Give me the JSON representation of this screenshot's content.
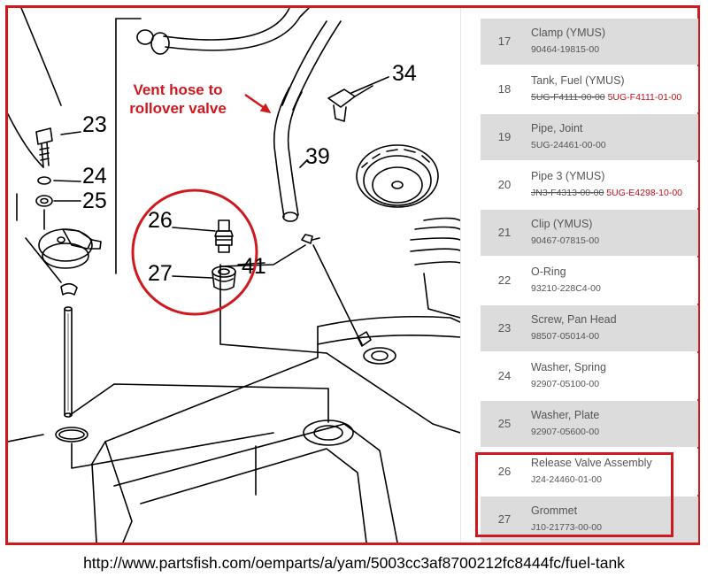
{
  "callout": {
    "line1": "Vent hose to",
    "line2": "rollover valve"
  },
  "diagram_labels": [
    "34",
    "23",
    "39",
    "24",
    "25",
    "26",
    "27",
    "41"
  ],
  "parts": [
    {
      "num": "17",
      "name": "Clamp (YMUS)",
      "code": "90464-19815-00",
      "old_code": "",
      "new_code": ""
    },
    {
      "num": "18",
      "name": "Tank, Fuel (YMUS)",
      "code": "",
      "old_code": "5UG-F4111-00-00",
      "new_code": "5UG-F4111-01-00"
    },
    {
      "num": "19",
      "name": "Pipe, Joint",
      "code": "5UG-24461-00-00",
      "old_code": "",
      "new_code": ""
    },
    {
      "num": "20",
      "name": "Pipe 3 (YMUS)",
      "code": "",
      "old_code": "JN3-F4313-00-00",
      "new_code": "5UG-E4298-10-00"
    },
    {
      "num": "21",
      "name": "Clip (YMUS)",
      "code": "90467-07815-00",
      "old_code": "",
      "new_code": ""
    },
    {
      "num": "22",
      "name": "O-Ring",
      "code": "93210-228C4-00",
      "old_code": "",
      "new_code": ""
    },
    {
      "num": "23",
      "name": "Screw, Pan Head",
      "code": "98507-05014-00",
      "old_code": "",
      "new_code": ""
    },
    {
      "num": "24",
      "name": "Washer, Spring",
      "code": "92907-05100-00",
      "old_code": "",
      "new_code": ""
    },
    {
      "num": "25",
      "name": "Washer, Plate",
      "code": "92907-05600-00",
      "old_code": "",
      "new_code": ""
    },
    {
      "num": "26",
      "name": "Release Valve Assembly",
      "code": "J24-24460-01-00",
      "old_code": "",
      "new_code": ""
    },
    {
      "num": "27",
      "name": "Grommet",
      "code": "J10-21773-00-00",
      "old_code": "",
      "new_code": ""
    }
  ],
  "caption": "http://www.partsfish.com/oemparts/a/yam/5003cc3af8700212fc8444fc/fuel-tank",
  "colors": {
    "accent_red": "#d0181f",
    "row_gray": "#dcdcdc",
    "text_gray": "#555555",
    "superseded_red": "#c3101a"
  }
}
